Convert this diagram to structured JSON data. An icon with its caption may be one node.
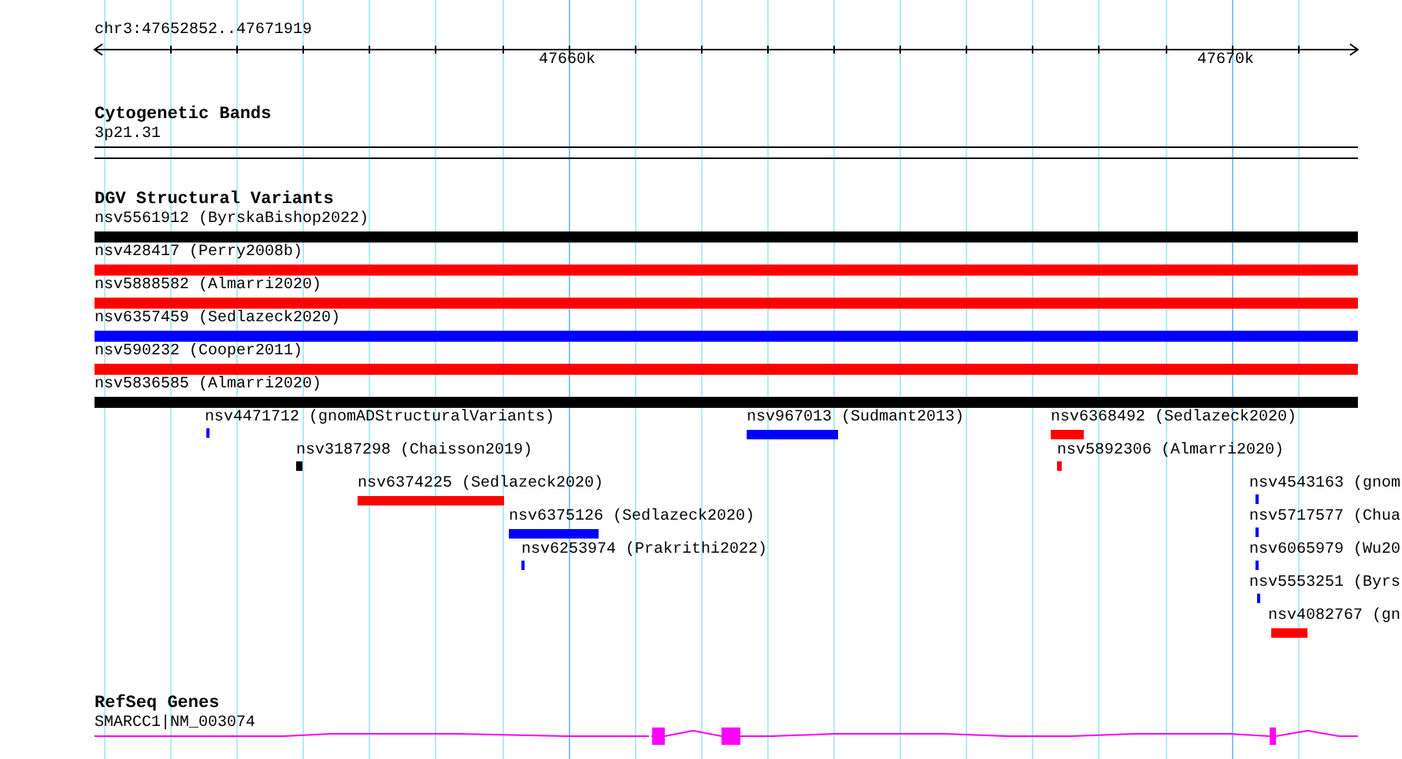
{
  "diagram": {
    "nodes": [
      {
        "text": [
          "3p21.31"
        ]
      },
      {
        "text": [
          "nsv5561912 (ByrskaBishop2022)"
        ]
      },
      {
        "text": [
          "nsv428417 (Perry2008b)"
        ]
      },
      {
        "text": [
          "nsv5888582 (Almarri2020)"
        ]
      },
      {
        "text": [
          "nsv6357459 (Sedlazeck2020)"
        ]
      },
      {
        "text": [
          "nsv590232 (Cooper2011)"
        ]
      },
      {
        "text": [
          "nsv5836585 (Almarri2020)"
        ]
      },
      {
        "text": [
          "nsv4471712 (gnomADStructuralVariants)"
        ]
      },
      {
        "text": [
          "nsv967013 (Sudmant2013)"
        ]
      },
      {
        "text": [
          "nsv6368492 (Sedlazeck2020)"
        ]
      },
      {
        "text": [
          "nsv3187298 (Chaisson2019)"
        ]
      },
      {
        "text": [
          "nsv5892306 (Almarri2020)"
        ]
      },
      {
        "text": [
          "nsv6374225 (Sedlazeck2020)"
        ]
      },
      {
        "text": [
          "nsv4543163 (gnom"
        ]
      },
      {
        "text": [
          "nsv6375126 (Sedlazeck2020)"
        ]
      },
      {
        "text": [
          "nsv5717577 (Chua"
        ]
      },
      {
        "text": [
          "nsv6253974 (Prakrithi2022)"
        ]
      },
      {
        "text": [
          "nsv6065979 (Wu20"
        ]
      },
      {
        "text": [
          "nsv5553251 (Byrs"
        ]
      },
      {
        "text": [
          "nsv4082767 (gn"
        ]
      },
      {
        "text": [
          "SMARCC1|NM_003074"
        ]
      }
    ],
    "edges": [],
    "labels": [
      "chr3:47652852..47671919",
      "47660k",
      "47670k",
      "Cytogenetic Bands",
      "DGV Structural Variants",
      "RefSeq Genes"
    ]
  }
}
